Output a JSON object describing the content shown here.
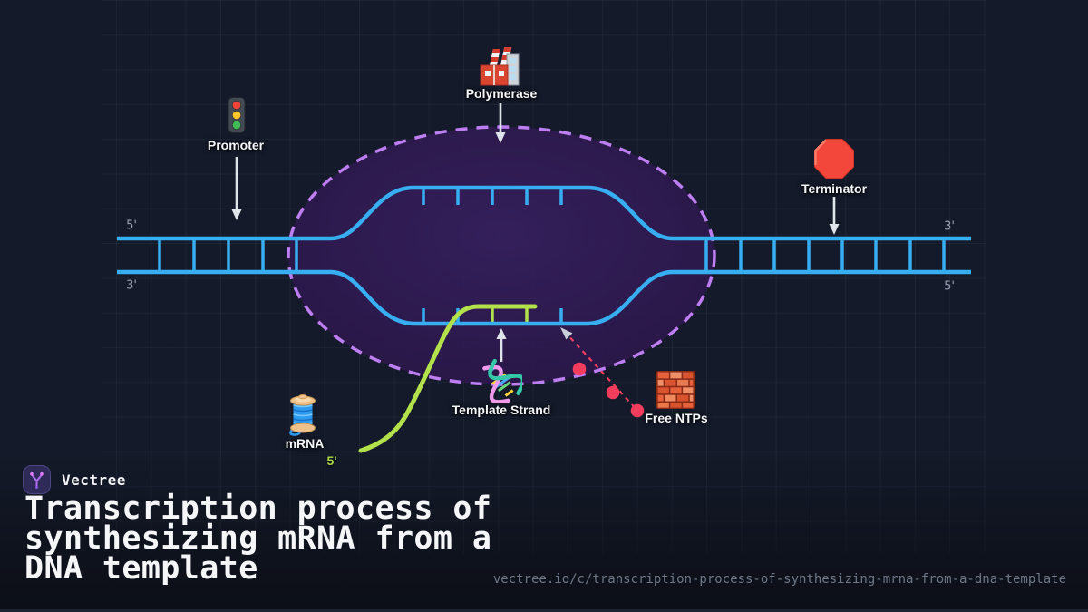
{
  "brand": {
    "name": "Vectree",
    "logo_icon": "vectree-logo-icon"
  },
  "title": {
    "lines": [
      "Transcription process of",
      "synthesizing mRNA from a",
      "DNA template"
    ],
    "full": "Transcription process of synthesizing mRNA from a DNA template"
  },
  "footer_url": "vectree.io/c/transcription-process-of-synthesizing-mrna-from-a-dna-template",
  "diagram": {
    "annotations": {
      "promoter": {
        "label": "Promoter",
        "icon": "traffic-light-icon"
      },
      "polymerase": {
        "label": "Polymerase",
        "icon": "factory-icon"
      },
      "terminator": {
        "label": "Terminator",
        "icon": "stop-sign-icon"
      },
      "template_strand": {
        "label": "Template Strand",
        "icon": "dna-helix-icon"
      },
      "mrna": {
        "label": "mRNA",
        "icon": "thread-spool-icon"
      },
      "free_ntps": {
        "label": "Free NTPs",
        "icon": "brick-icon"
      }
    },
    "strand_end_labels": {
      "left_top": "5'",
      "left_bottom": "3'",
      "right_top": "3'",
      "right_bottom": "5'",
      "mrna_end": "5'"
    },
    "colors": {
      "dna_strand": "#38aef2",
      "mrna_strand": "#b2e14b",
      "bubble_outline": "#bd7ef2",
      "bubble_fill": "#2d1750",
      "ntp_dot": "#f43d5c",
      "ntp_line": "#ef3e5e",
      "arrow": "#dfe3ea"
    }
  }
}
